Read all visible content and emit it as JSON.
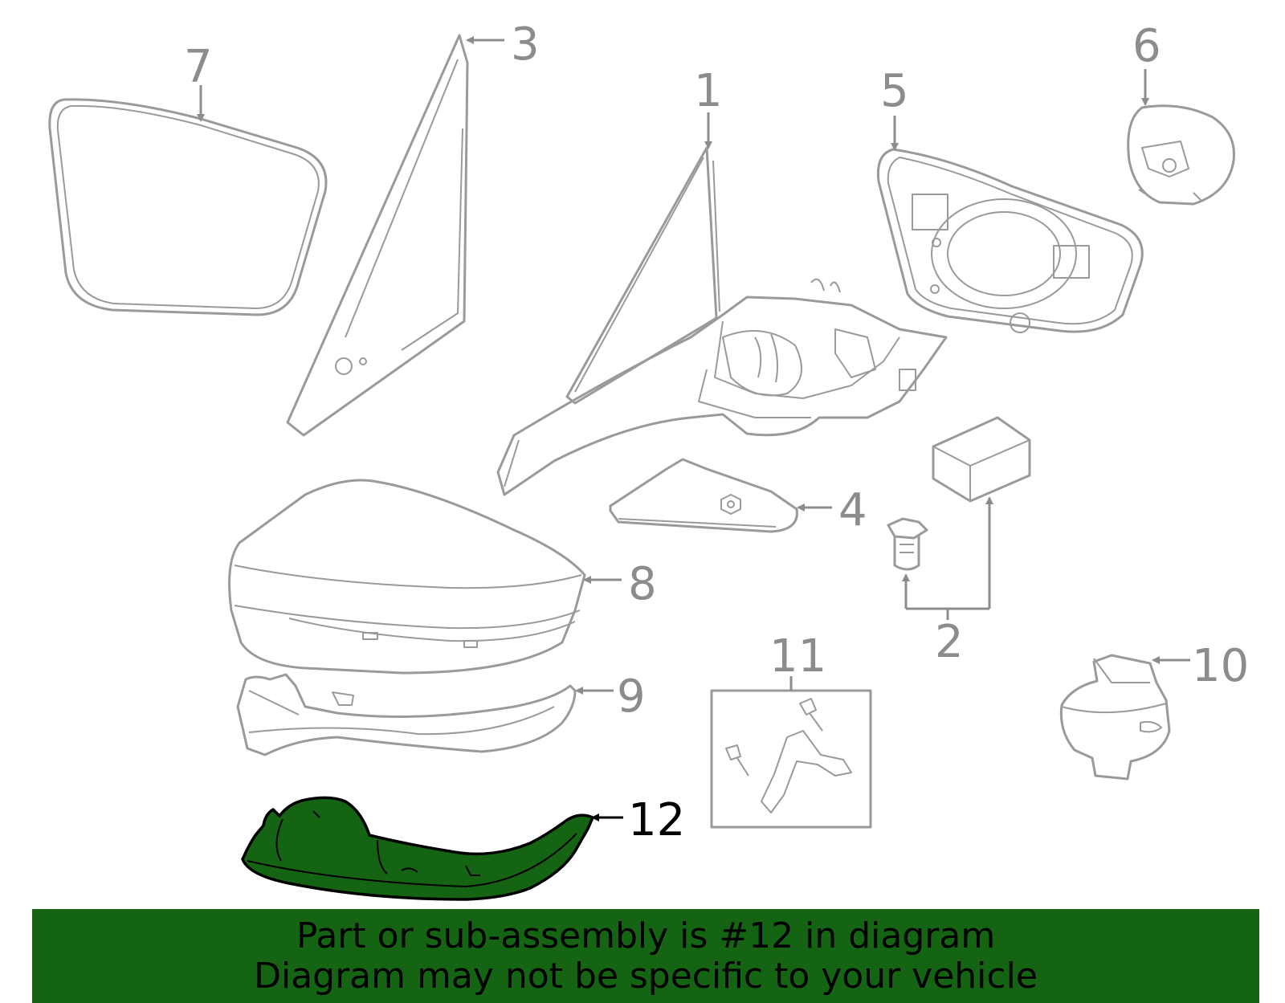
{
  "callouts": {
    "c1": "1",
    "c2": "2",
    "c3": "3",
    "c4": "4",
    "c5": "5",
    "c6": "6",
    "c7": "7",
    "c8": "8",
    "c9": "9",
    "c10": "10",
    "c11": "11",
    "c12": "12"
  },
  "banner": {
    "line1": "Part or sub-assembly is #12 in diagram",
    "line2": "Diagram may not be specific to your vehicle"
  },
  "colors": {
    "highlight": "#146414",
    "part_stroke": "#9a9a9a",
    "callout_text": "#8c8c8c"
  }
}
